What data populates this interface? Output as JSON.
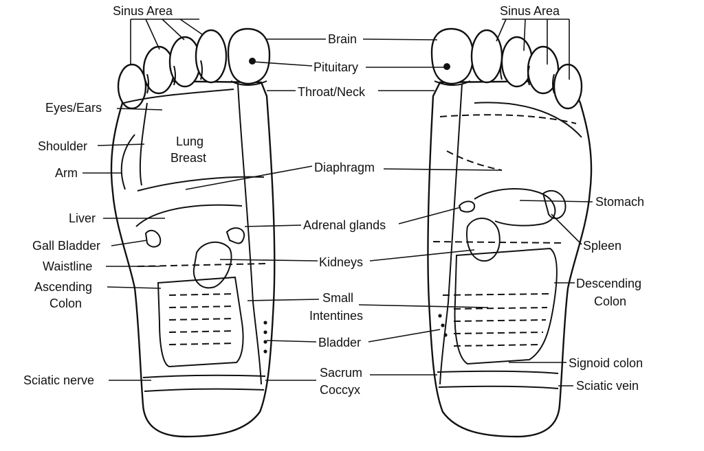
{
  "left_labels": {
    "sinus_area": "Sinus Area",
    "eyes_ears": "Eyes/Ears",
    "shoulder": "Shoulder",
    "arm": "Arm",
    "lung": "Lung",
    "breast": "Breast",
    "liver": "Liver",
    "gall_bladder": "Gall Bladder",
    "waistline": "Waistline",
    "ascending_1": "Ascending",
    "ascending_2": "Colon",
    "sciatic_nerve": "Sciatic nerve"
  },
  "center_labels": {
    "brain": "Brain",
    "pituitary": "Pituitary",
    "throat_neck": "Throat/Neck",
    "diaphragm": "Diaphragm",
    "adrenal_glands": "Adrenal glands",
    "kidneys": "Kidneys",
    "small_1": "Small",
    "small_2": "Intentines",
    "bladder": "Bladder",
    "sacrum": "Sacrum",
    "coccyx": "Coccyx"
  },
  "right_labels": {
    "sinus_area": "Sinus Area",
    "stomach": "Stomach",
    "spleen": "Spleen",
    "descending_1": "Descending",
    "descending_2": "Colon",
    "signoid_colon": "Signoid colon",
    "sciatic_vein": "Sciatic vein"
  }
}
